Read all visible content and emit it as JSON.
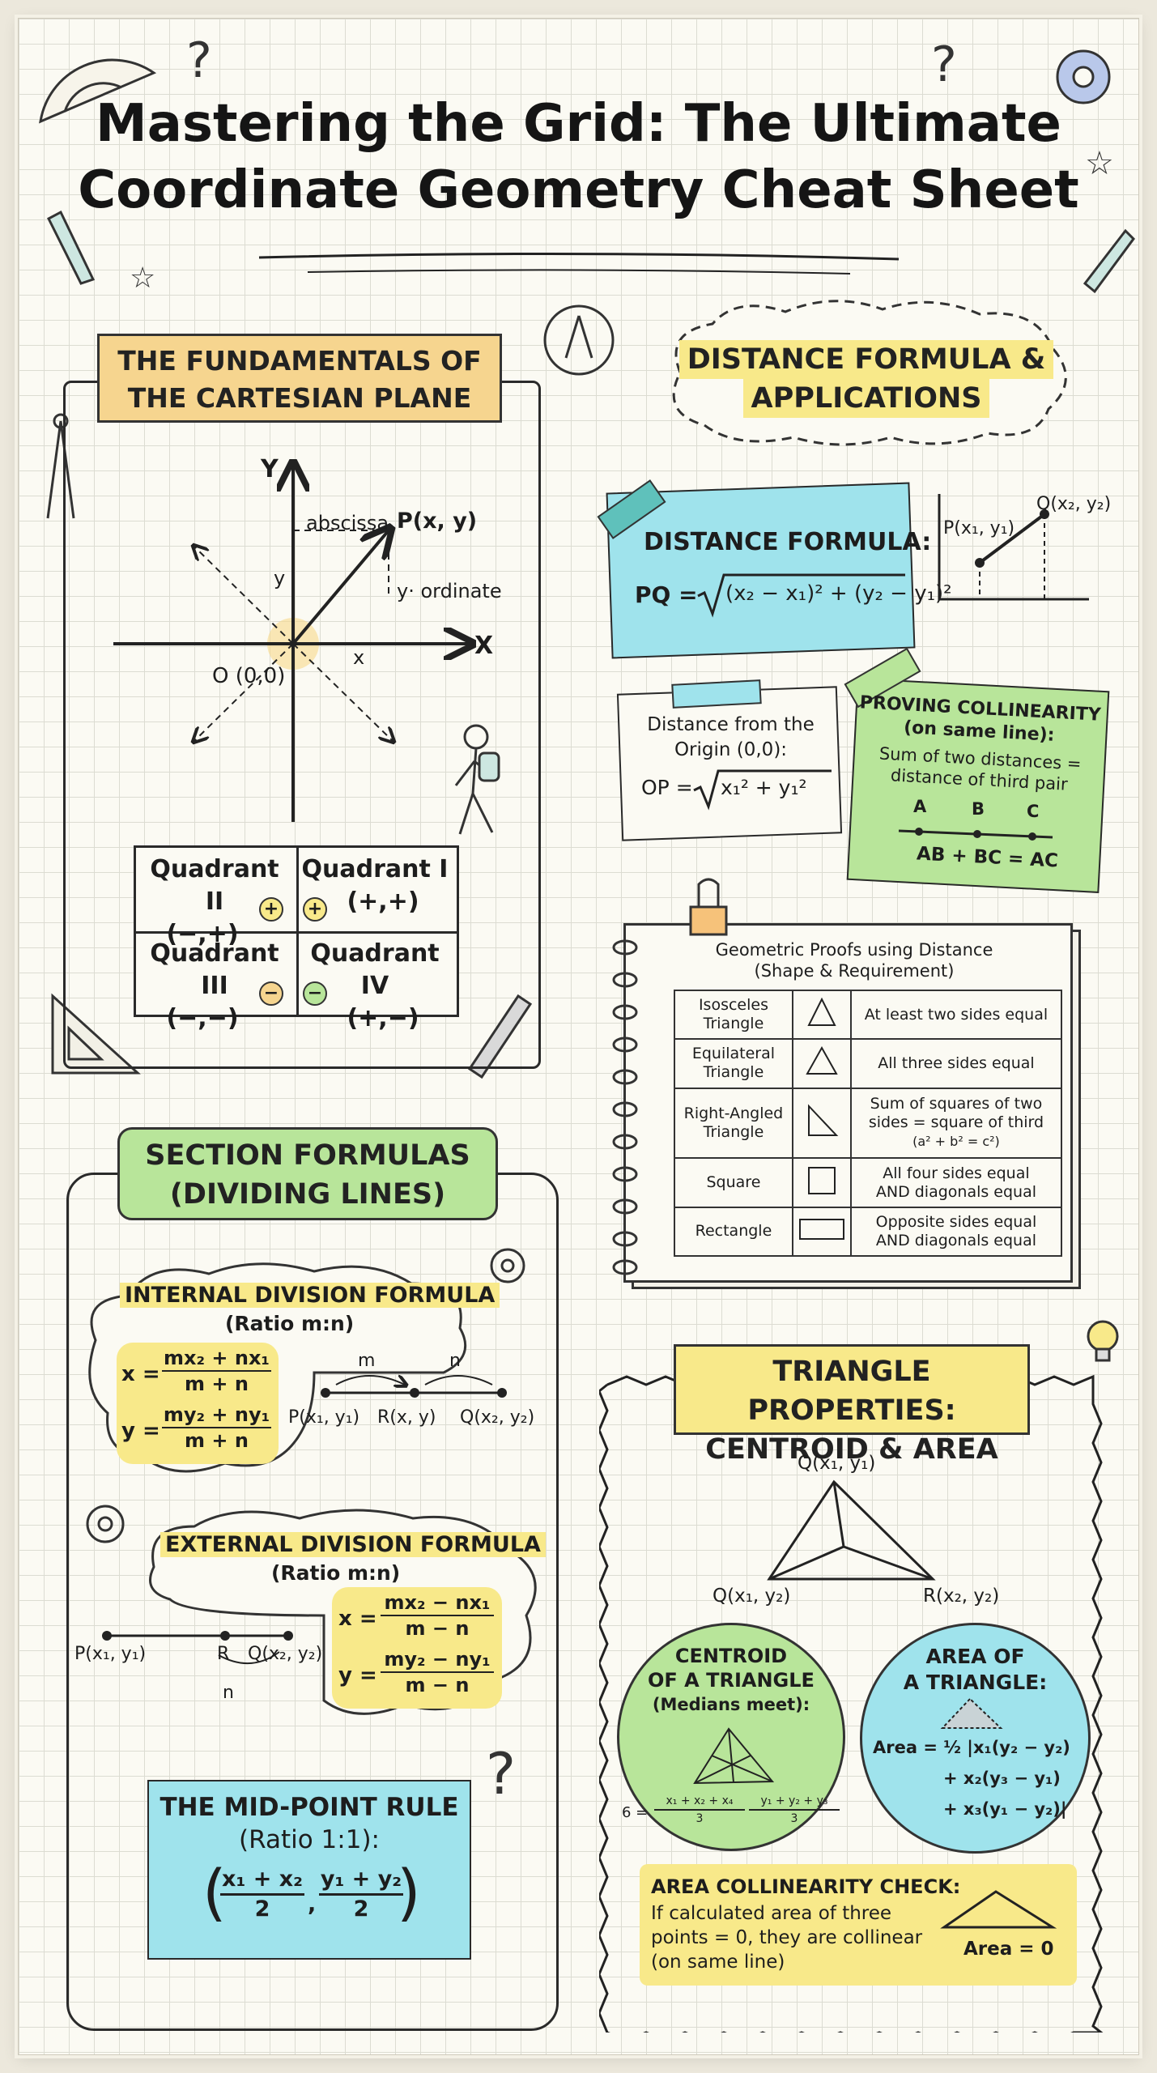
{
  "title": {
    "line1": "Mastering the Grid: The Ultimate",
    "line2": "Coordinate Geometry Cheat Sheet"
  },
  "fundamentals": {
    "heading_line1": "THE FUNDAMENTALS OF",
    "heading_line2": "THE CARTESIAN PLANE",
    "y_axis": "Y",
    "x_axis": "X",
    "abscissa": "abscissa",
    "point": "P(x, y)",
    "y_label": "y",
    "ordinate": "y· ordinate",
    "x_label": "x",
    "origin": "O (0,0)",
    "quadrants": [
      {
        "name": "Quadrant II",
        "signs": "(−,+)",
        "badge": "+"
      },
      {
        "name": "Quadrant I",
        "signs": "(+,+)",
        "badge": "+"
      },
      {
        "name": "Quadrant III",
        "signs": "(−,−)",
        "badge": "−"
      },
      {
        "name": "Quadrant IV",
        "signs": "(+,−)",
        "badge": "−"
      }
    ]
  },
  "distance": {
    "heading_line1": "DISTANCE FORMULA &",
    "heading_line2": "APPLICATIONS",
    "formula_title": "DISTANCE FORMULA:",
    "formula_lhs": "PQ =",
    "formula_body": "(x₂ − x₁)² + (y₂ − y₁)²",
    "graph_p": "P(x₁, y₁)",
    "graph_q": "Q(x₂, y₂)",
    "origin_title_line1": "Distance from the",
    "origin_title_line2": "Origin (0,0):",
    "origin_lhs": "OP =",
    "origin_body": "x₁² + y₁²",
    "collinear_title_line1": "PROVING COLLINEARITY",
    "collinear_title_line2": "(on same line):",
    "collinear_text_line1": "Sum of two distances =",
    "collinear_text_line2": "distance of third pair",
    "point_a": "A",
    "point_b": "B",
    "point_c": "C",
    "collinear_eq": "AB + BC = AC"
  },
  "proofs": {
    "title_line1": "Geometric Proofs using Distance",
    "title_line2": "(Shape & Requirement)",
    "rows": [
      {
        "shape_line1": "Isosceles",
        "shape_line2": "Triangle",
        "req_line1": "At least two sides equal",
        "req_line2": "",
        "req_line3": ""
      },
      {
        "shape_line1": "Equilateral",
        "shape_line2": "Triangle",
        "req_line1": "All three sides equal",
        "req_line2": "",
        "req_line3": ""
      },
      {
        "shape_line1": "Right-Angled",
        "shape_line2": "Triangle",
        "req_line1": "Sum of squares of two",
        "req_line2": "sides = square of third",
        "req_line3": "(a² + b² = c²)"
      },
      {
        "shape_line1": "Square",
        "shape_line2": "",
        "req_line1": "All four sides equal",
        "req_line2": "AND diagonals equal",
        "req_line3": ""
      },
      {
        "shape_line1": "Rectangle",
        "shape_line2": "",
        "req_line1": "Opposite sides equal",
        "req_line2": "AND diagonals equal",
        "req_line3": ""
      }
    ]
  },
  "section": {
    "heading_line1": "SECTION FORMULAS",
    "heading_line2": "(DIVIDING LINES)",
    "internal_title": "INTERNAL DIVISION FORMULA",
    "internal_ratio": "(Ratio m:n)",
    "x_eq": "x =",
    "y_eq": "y =",
    "int_x_num": "mx₂ + nx₁",
    "int_y_num": "my₂ + ny₁",
    "int_den": "m + n",
    "line_m": "m",
    "line_n": "n",
    "int_p": "P(x₁, y₁)",
    "int_r": "R(x, y)",
    "int_q": "Q(x₂, y₂)",
    "external_title": "EXTERNAL DIVISION FORMULA",
    "external_ratio": "(Ratio m:n)",
    "ext_x_num": "mx₂ − nx₁",
    "ext_y_num": "my₂ − ny₁",
    "ext_den": "m − n",
    "ext_p": "P(x₁, y₁)",
    "ext_r": "R",
    "ext_q": "Q(x₂, y₂)",
    "ext_n": "n",
    "midpoint_title_line1": "THE MID-POINT RULE",
    "midpoint_title_line2": "(Ratio 1:1):",
    "mid_x_num": "x₁ + x₂",
    "mid_y_num": "y₁ + y₂",
    "mid_den": "2"
  },
  "triangle": {
    "heading_line1": "TRIANGLE PROPERTIES:",
    "heading_line2": "CENTROID & AREA",
    "vertex_top": "Q(x₁, y₁)",
    "vertex_left": "Q(x₁, y₂)",
    "vertex_right": "R(x₂, y₂)",
    "centroid_line1": "CENTROID",
    "centroid_line2": "OF A TRIANGLE",
    "centroid_line3": "(Medians meet):",
    "centroid_prefix": "6 =",
    "centroid_x_num": "x₁ + x₂ + x₄",
    "centroid_y_num": "y₁ + y₂ + y₃",
    "centroid_den": "3",
    "area_line1": "AREA OF",
    "area_line2": "A TRIANGLE:",
    "area_f1": "Area = ½ |x₁(y₂ − y₂)",
    "area_f2": "+ x₂(y₃ − y₁)",
    "area_f3": "+ x₃(y₁ − y₂)|",
    "check_title": "AREA COLLINEARITY CHECK:",
    "check_line1": "If calculated area of three",
    "check_line2": "points = 0, they are collinear",
    "check_line3": "(on same line)",
    "area_zero": "Area = 0"
  },
  "colors": {
    "yellow": "#f8e98a",
    "orange": "#f6d58f",
    "cyan": "#9fe3ec",
    "green": "#b8e59a",
    "paper": "#fbfaf3"
  }
}
